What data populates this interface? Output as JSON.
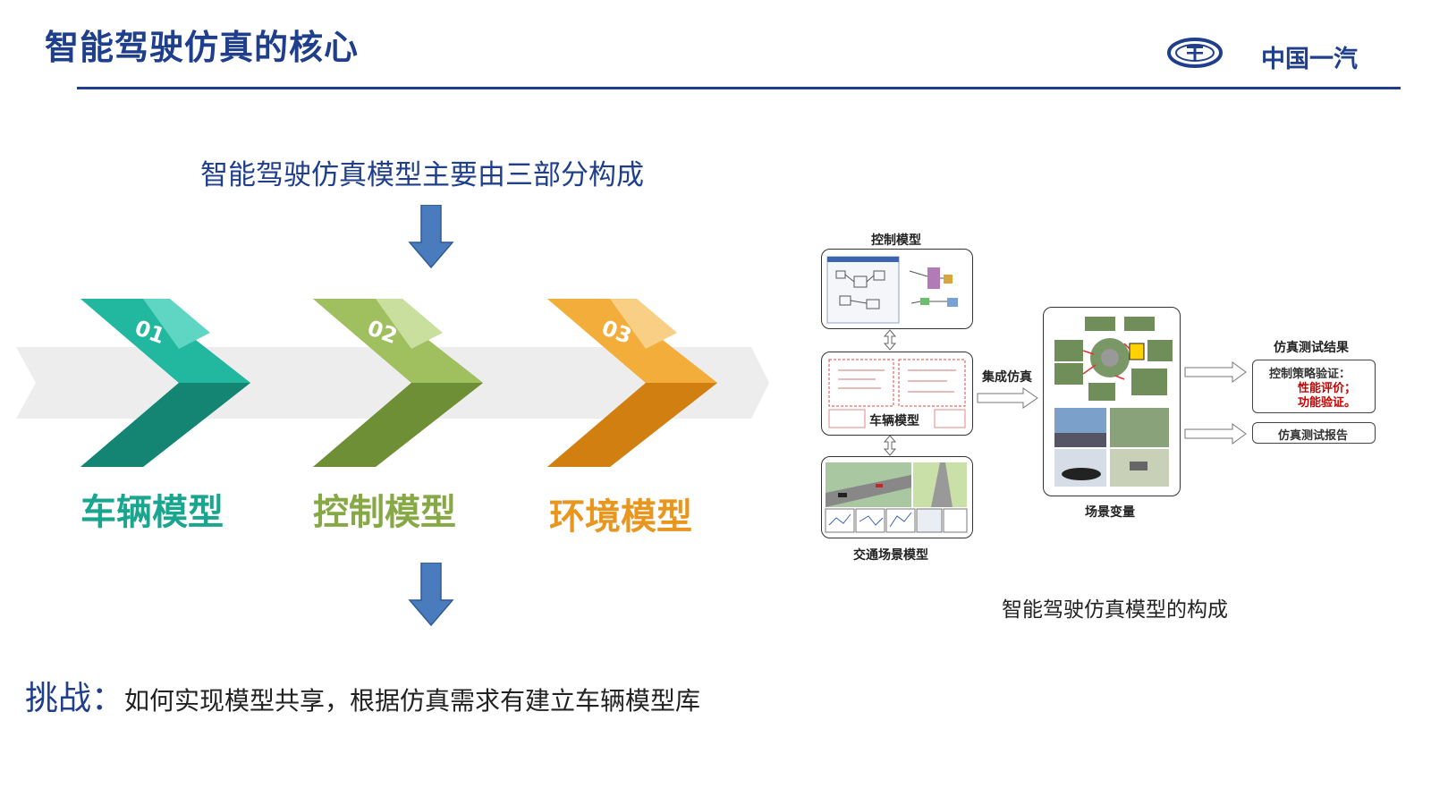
{
  "header": {
    "title": "智能驾驶仿真的核心",
    "logo_text": "中国一汽"
  },
  "subtitle": "智能驾驶仿真模型主要由三部分构成",
  "parts": [
    {
      "number": "01",
      "label": "车辆模型",
      "color": "#1aa58f"
    },
    {
      "number": "02",
      "label": "控制模型",
      "color": "#86a845"
    },
    {
      "number": "03",
      "label": "环境模型",
      "color": "#e8961e"
    }
  ],
  "challenge": {
    "label": "挑战：",
    "text": "如何实现模型共享，根据仿真需求有建立车辆模型库"
  },
  "diagram": {
    "control_model": "控制模型",
    "vehicle_model": "车辆模型",
    "traffic_scene_model": "交通场景模型",
    "integrated_sim": "集成仿真",
    "scene_variables": "场景变量",
    "results_title": "仿真测试结果",
    "results_lines": [
      "控制策略验证：",
      "性能评价；",
      "功能验证。"
    ],
    "report": "仿真测试报告",
    "caption": "智能驾驶仿真模型的构成"
  },
  "colors": {
    "brand_blue": "#1f3f8c",
    "arrow_blue": "#4a7bbd",
    "teal": "#1aa58f",
    "green": "#86a845",
    "orange": "#e8961e",
    "red_text": "#cc0000"
  }
}
